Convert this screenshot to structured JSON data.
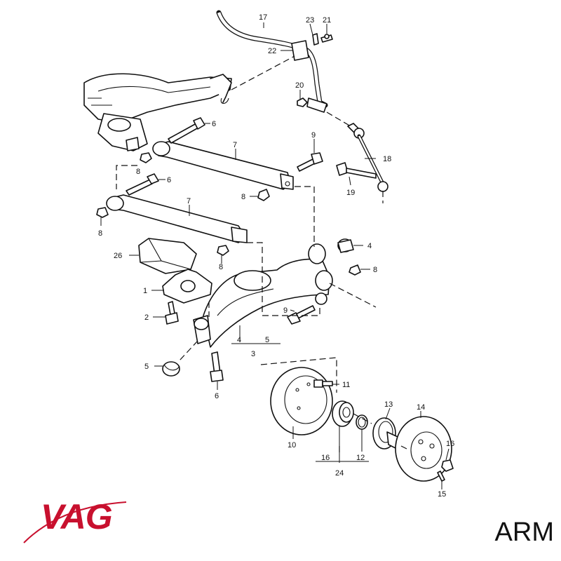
{
  "brand": {
    "name": "VAG",
    "color": "#c8102e"
  },
  "product_code": "ARM",
  "callouts": {
    "c17": "17",
    "c23": "23",
    "c21": "21",
    "c22": "22",
    "c20": "20",
    "c6a": "6",
    "c6b": "6",
    "c6c": "6",
    "c7a": "7",
    "c7b": "7",
    "c8a": "8",
    "c8b": "8",
    "c8c": "8",
    "c8d": "8",
    "c8e": "8",
    "c9a": "9",
    "c9b": "9",
    "c18": "18",
    "c19": "19",
    "c26": "26",
    "c4a": "4",
    "c4b": "4",
    "c5a": "5",
    "c5b": "5",
    "c1": "1",
    "c2": "2",
    "c3": "3",
    "c11": "11",
    "c13": "13",
    "c14": "14",
    "c16a": "16",
    "c16b": "16",
    "c10": "10",
    "c12": "12",
    "c24": "24",
    "c15": "15"
  }
}
